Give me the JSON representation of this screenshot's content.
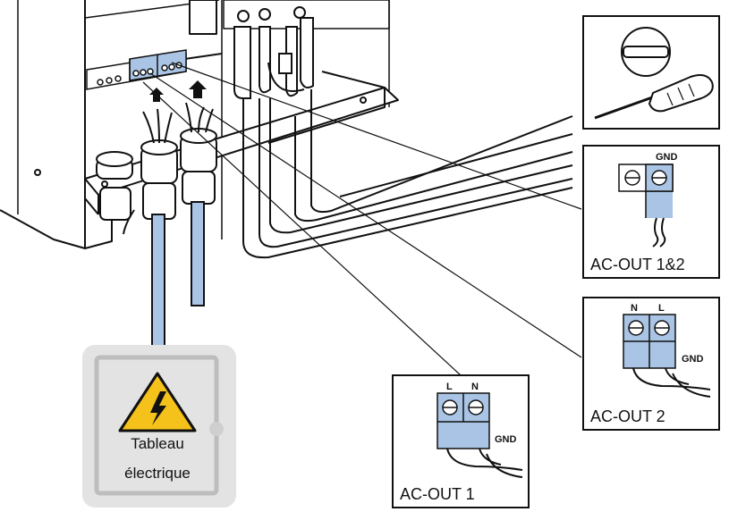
{
  "colors": {
    "accent_blue": "#a9c4e4",
    "line": "#111111",
    "panel_gray": "#d9d9d9",
    "warning_yellow": "#f4c21a"
  },
  "icons": [
    "screw-slot-icon",
    "screwdriver-icon",
    "high-voltage-warning-icon"
  ],
  "panel": {
    "line1": "Tableau",
    "line2": "électrique"
  },
  "boxes": {
    "ac_out_12": {
      "label": "AC-OUT 1&2",
      "gnd": "GND"
    },
    "ac_out_2": {
      "label": "AC-OUT 2",
      "n": "N",
      "l": "L",
      "gnd": "GND"
    },
    "ac_out_1": {
      "label": "AC-OUT 1",
      "l": "L",
      "n": "N",
      "gnd": "GND"
    }
  }
}
